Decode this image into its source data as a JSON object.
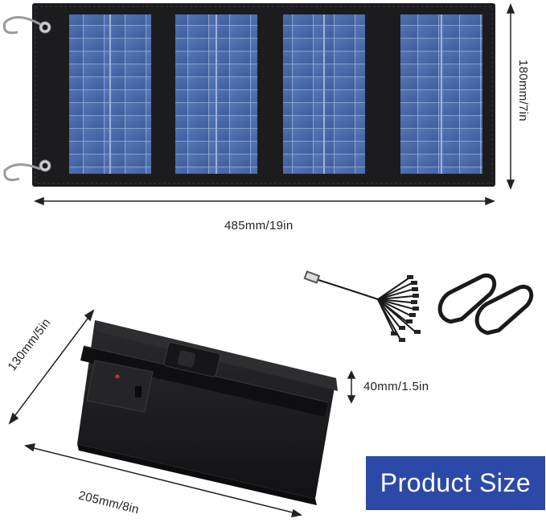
{
  "dimensions": {
    "panel_width": "485mm/19in",
    "panel_height": "180mm/7in",
    "folded_height": "130mm/5in",
    "folded_width": "205mm/8in",
    "folded_thickness": "40mm/1.5in"
  },
  "badge": {
    "text": "Product Size"
  },
  "colors": {
    "badge": "#2d49a8",
    "fabric": "#1a1a1c",
    "cell": "#4a6aa8"
  }
}
